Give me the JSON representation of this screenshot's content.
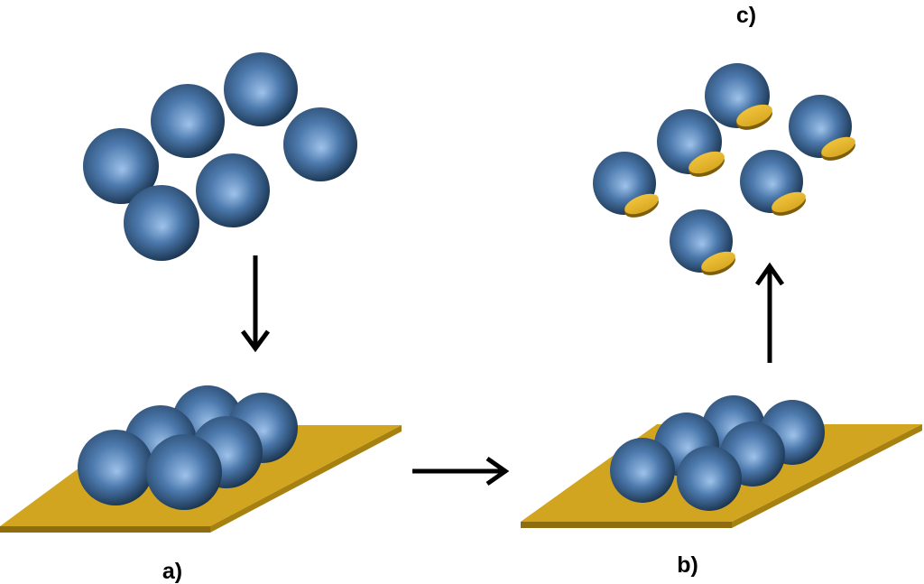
{
  "labels": {
    "a": "a)",
    "b": "b)",
    "c": "c)"
  },
  "colors": {
    "sphere_light": "#9ec2ea",
    "sphere_mid": "#4c79ad",
    "sphere_dark": "#1b3550",
    "substrate_top": "#d2a521",
    "substrate_edge": "#8e6d0e",
    "cap_face": "#d8a823",
    "cap_rim": "#7e5e0b",
    "arrow": "#000000"
  },
  "icons": {
    "particle": "blue-sphere",
    "capped_particle": "gold-capped-sphere",
    "substrate": "gold-substrate-plate",
    "arrow": "arrow"
  }
}
